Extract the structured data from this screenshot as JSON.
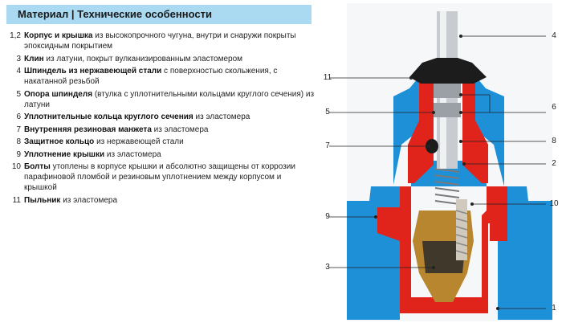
{
  "header": {
    "title": "Материал | Технические особенности"
  },
  "specs": [
    {
      "num": "1,2",
      "name": "Корпус и крышка",
      "desc": " из высокопрочного чугуна, внутри и снаружи покрыты эпоксидным покрытием"
    },
    {
      "num": "3",
      "name": "Клин",
      "desc": " из латуни, покрыт вулканизированным эластомером"
    },
    {
      "num": "4",
      "name": "Шпиндель из нержавеющей стали",
      "desc": " с поверхностью скольжения, с накатанной резьбой"
    },
    {
      "num": "5",
      "name": "Опора шпинделя",
      "desc": " (втулка с уплотнительными кольцами круглого сечения) из латуни"
    },
    {
      "num": "6",
      "name": "Уплотнительные кольца круглого сечения",
      "desc": " из эластомера"
    },
    {
      "num": "7",
      "name": "Внутренняя резиновая манжета",
      "desc": " из эластомера"
    },
    {
      "num": "8",
      "name": "Защитное кольцо",
      "desc": " из нержавеющей стали"
    },
    {
      "num": "9",
      "name": "Уплотнение крышки",
      "desc": " из эластомера"
    },
    {
      "num": "10",
      "name": "Болты",
      "desc": " утоплены в корпусе крышки и абсолютно защищены от коррозии парафиновой пломбой и резиновым уплотнением между корпусом и крышкой"
    },
    {
      "num": "11",
      "name": "Пыльник",
      "desc": " из эластомера"
    }
  ],
  "diagram": {
    "callouts": {
      "c1": "1",
      "c2": "2",
      "c3": "3",
      "c4": "4",
      "c5": "5",
      "c6": "6",
      "c7": "7",
      "c8": "8",
      "c9": "9",
      "c10": "10",
      "c11": "11"
    },
    "colors": {
      "body_blue": "#1e90d8",
      "section_red": "#e0241b",
      "wedge_brass": "#b8862e",
      "stem_steel": "#c8ccd0",
      "rubber_black": "#1c1c1c",
      "bg": "#f5f7f8"
    }
  }
}
